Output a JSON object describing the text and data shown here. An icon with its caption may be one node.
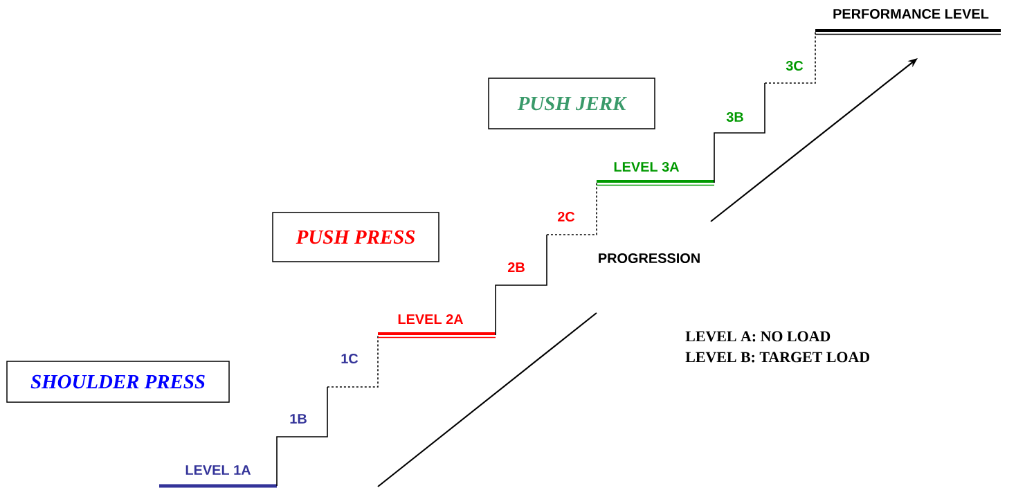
{
  "diagram": {
    "nodes": [
      {
        "text": [
          "PUSH JERK"
        ]
      },
      {
        "text": [
          "PUSH PRESS"
        ]
      },
      {
        "text": [
          "SHOULDER PRESS"
        ]
      }
    ],
    "labels": [
      "PERFORMANCE LEVEL",
      "3C",
      "3B",
      "LEVEL 3A",
      "2C",
      "PROGRESSION",
      "2B",
      "LEVEL 2A",
      "LEVEL A: NO LOAD",
      "LEVEL B: TARGET LOAD",
      "1C",
      "1B",
      "LEVEL 1A"
    ]
  }
}
